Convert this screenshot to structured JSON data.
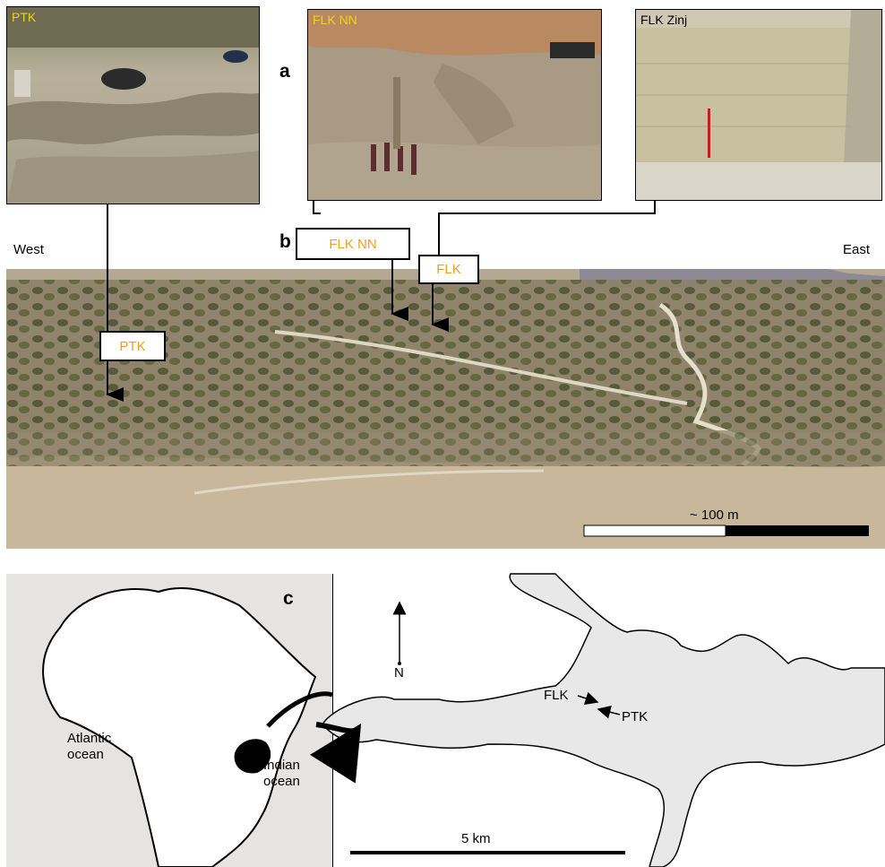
{
  "panels": {
    "a": "a",
    "b": "b",
    "c": "c"
  },
  "photos": {
    "ptk": {
      "caption": "PTK"
    },
    "flk_nn": {
      "caption": "FLK NN"
    },
    "flk_zinj": {
      "caption": "FLK Zinj"
    }
  },
  "panorama": {
    "west": "West",
    "east": "East",
    "labels": {
      "flk_nn": "FLK NN",
      "flk": "FLK",
      "ptk": "PTK"
    },
    "scale": "~ 100 m"
  },
  "africa_map": {
    "atlantic": "Atlantic\nocean",
    "indian": "Indian\nocean"
  },
  "gorge_map": {
    "north": "N",
    "flk": "FLK",
    "ptk": "PTK",
    "scale": "5 km"
  },
  "colors": {
    "yellow_caption": "#f2d21a",
    "orange_label": "#f0a020",
    "map_fill": "#e8e8e8"
  }
}
